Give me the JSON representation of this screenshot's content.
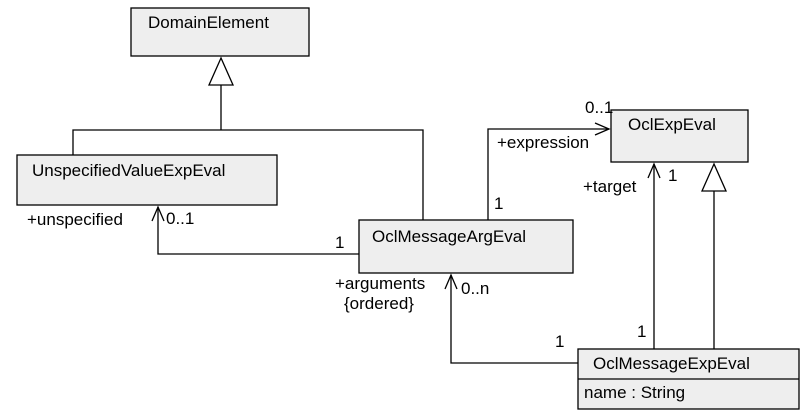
{
  "classes": {
    "domain_element": {
      "name": "DomainElement"
    },
    "unspecified_value_exp_eval": {
      "name": "UnspecifiedValueExpEval"
    },
    "ocl_message_arg_eval": {
      "name": "OclMessageArgEval"
    },
    "ocl_exp_eval": {
      "name": "OclExpEval"
    },
    "ocl_message_exp_eval": {
      "name": "OclMessageExpEval",
      "attribute": "name : String"
    }
  },
  "associations": {
    "unspecified": {
      "role": "+unspecified",
      "near_mult": "0..1",
      "far_mult": "1"
    },
    "expression": {
      "role": "+expression",
      "near_mult": "0..1",
      "far_mult": "1"
    },
    "target": {
      "role": "+target",
      "near_mult": "1",
      "far_mult": "1"
    },
    "arguments": {
      "role": "+arguments",
      "constraint": "{ordered}",
      "near_mult": "0..n",
      "far_mult": "1"
    }
  }
}
